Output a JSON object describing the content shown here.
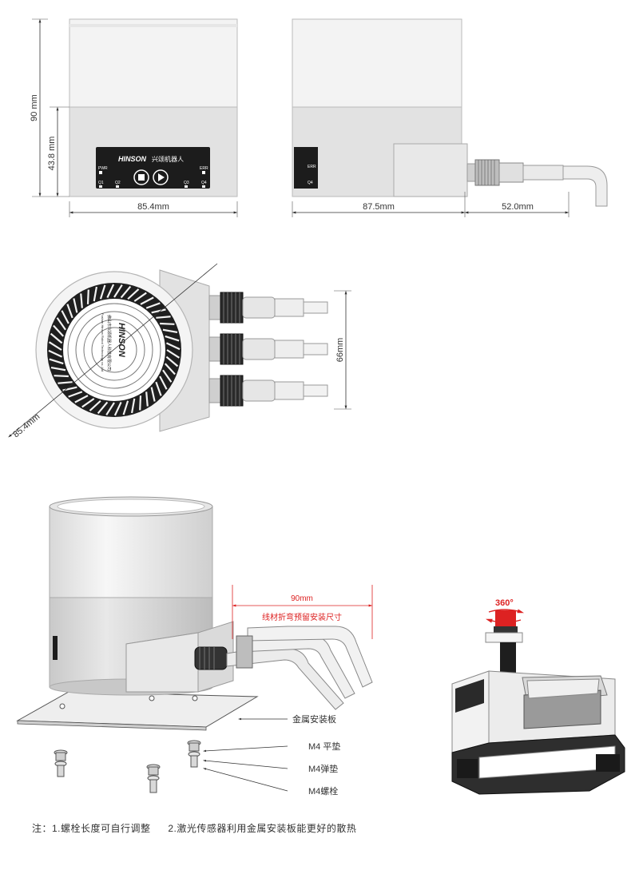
{
  "dimensions": {
    "height_total": "90 mm",
    "height_lower": "43.8 mm",
    "width_front": "85.4mm",
    "width_side": "87.5mm",
    "cable_length": "52.0mm",
    "diameter": "85.4mm",
    "depth_top": "66mm",
    "bend_clearance": "90mm"
  },
  "brand": "HINSON",
  "brand_cn": "兴颂机器人",
  "company_cn": "佛山市兴颂机器人科技有限公司",
  "company_en": "Foshan Hinson Robot Technology co.,Ltd",
  "panel_labels": {
    "pwr": "PWR",
    "err": "ERR",
    "q1": "Q1",
    "q2": "Q2",
    "q3": "Q3",
    "q4": "Q4"
  },
  "bend_note": "线材折弯预留安装尺寸",
  "callouts": {
    "plate": "金属安装板",
    "washer": "M4 平垫",
    "spring_washer": "M4弹垫",
    "bolt": "M4螺栓"
  },
  "rotation": "360°",
  "notes": [
    "注：1.螺栓长度可自行调整",
    "2.激光传感器利用金属安装板能更好的散热"
  ],
  "colors": {
    "body_top": "#f2f2f2",
    "body_bottom": "#e1e1e1",
    "panel": "#1c1c1c",
    "accent_red": "#d22222"
  }
}
